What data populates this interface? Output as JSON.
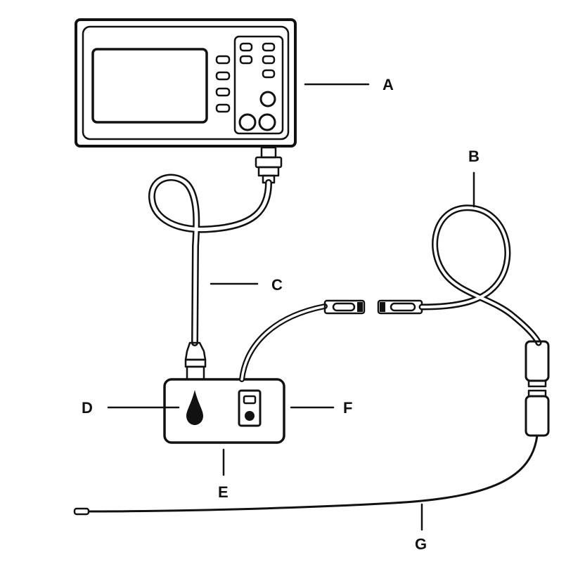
{
  "labels": {
    "a": "A",
    "b": "B",
    "c": "C",
    "d": "D",
    "e": "E",
    "f": "F",
    "g": "G"
  },
  "colors": {
    "ink": "#111111",
    "background": "#ffffff"
  },
  "icons": [
    "monitor-icon",
    "drop-icon",
    "connector-icon",
    "button-icon"
  ]
}
